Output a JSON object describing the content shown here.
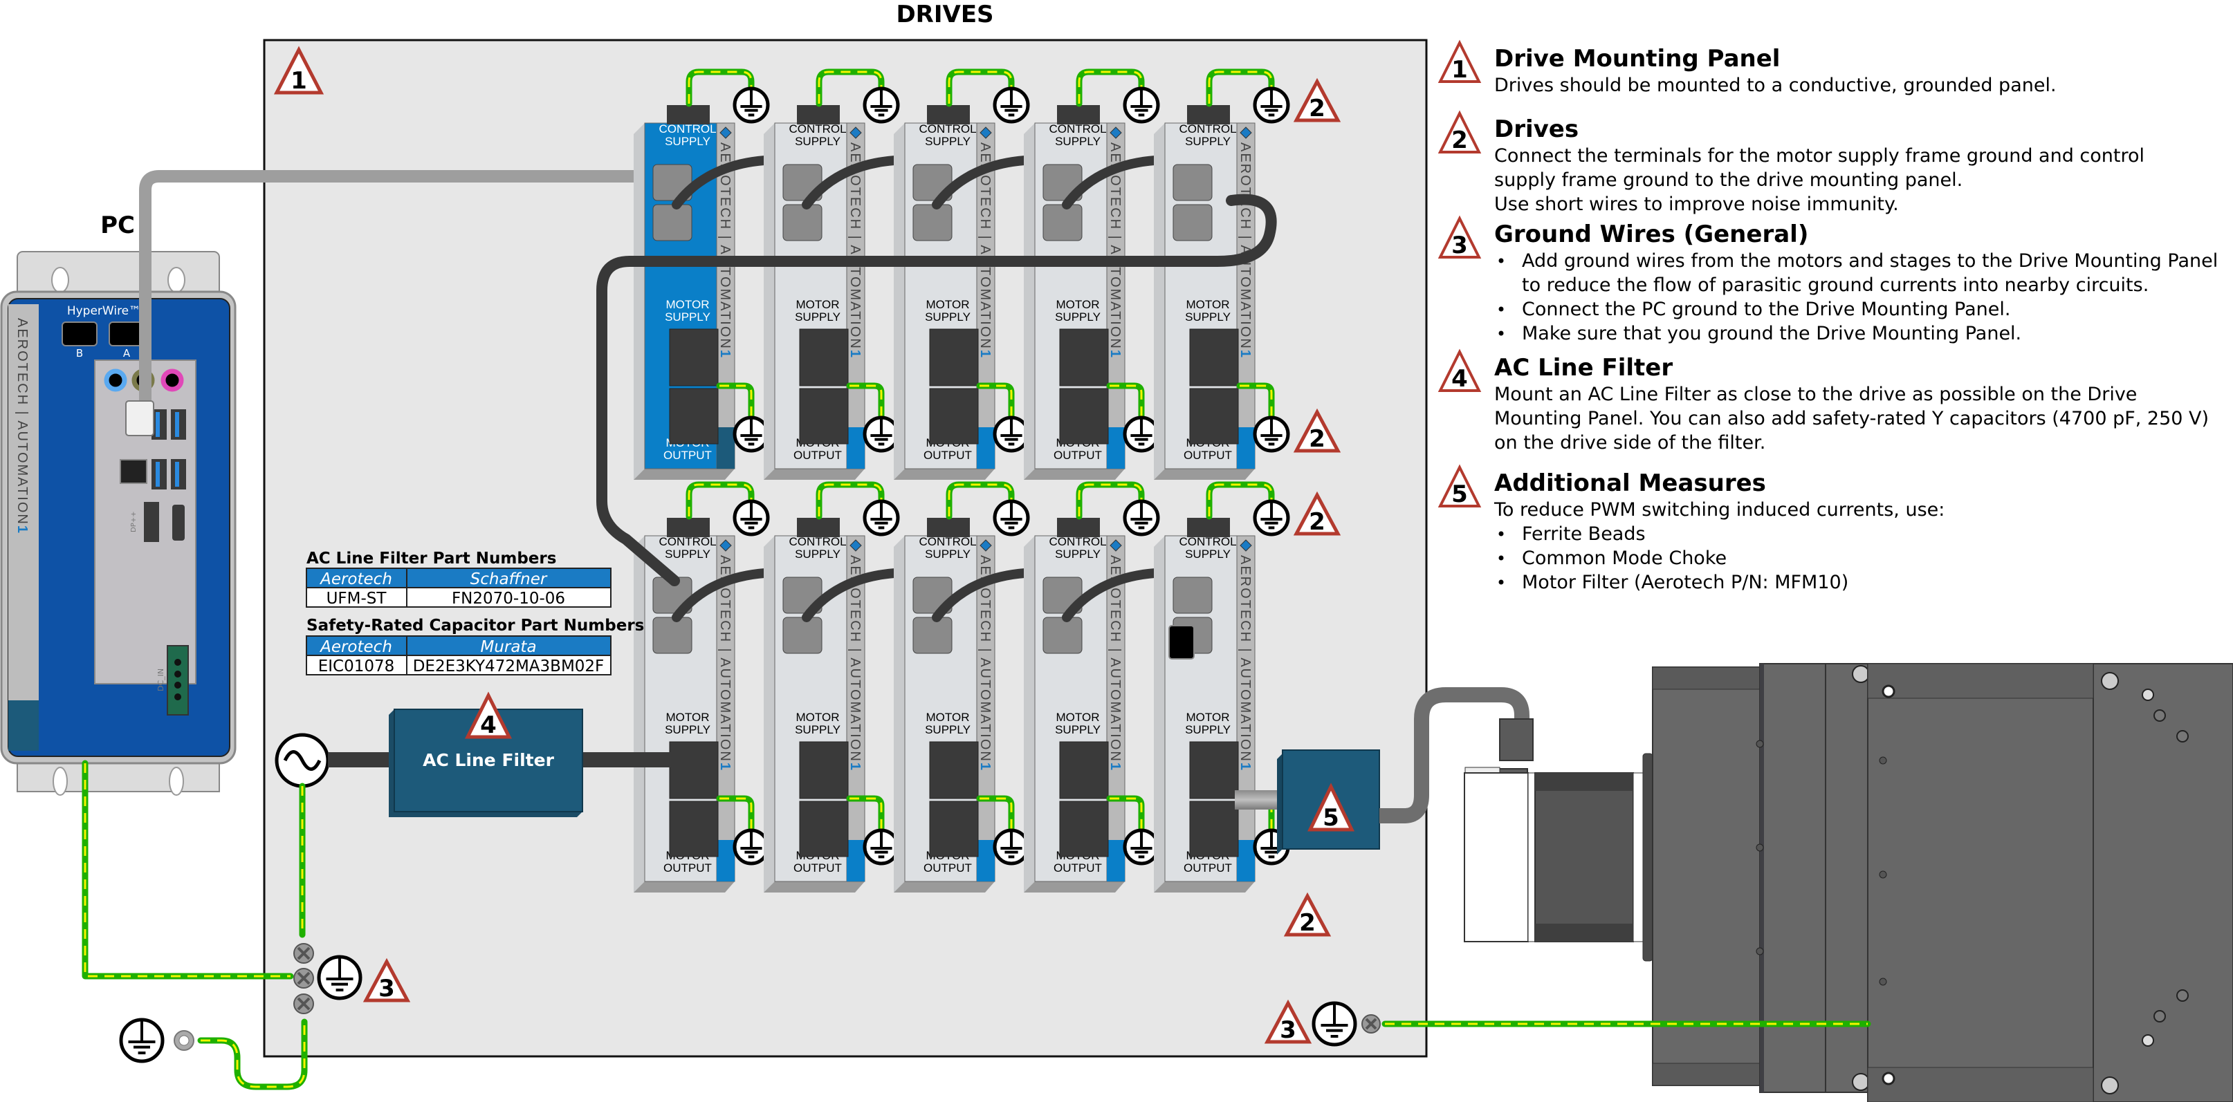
{
  "titles": {
    "drives": "DRIVES",
    "pc": "PC"
  },
  "pc": {
    "hyperwire_label": "HyperWire™",
    "port_b": "B",
    "port_a": "A",
    "brand": "AEROTECH | AUTOMATION",
    "brand_suffix": "1",
    "dp_label": "DP++",
    "dc_label": "DC_IN"
  },
  "drive_labels": {
    "control_supply_1": "CONTROL",
    "control_supply_2": "SUPPLY",
    "motor_supply_1": "MOTOR",
    "motor_supply_2": "SUPPLY",
    "motor_output_1": "MOTOR",
    "motor_output_2": "OUTPUT",
    "brand": "AEROTECH | AUTOMATION",
    "brand_suffix": "1"
  },
  "drives": {
    "top_row_count": 5,
    "bottom_row_count": 5,
    "highlighted": "top-row drive 1 (blue)"
  },
  "components": {
    "ac_line_filter": "AC Line Filter",
    "ac_line_filter_badge": "4",
    "motor_filter_badge": "5"
  },
  "badges": {
    "panel": "1",
    "drives": "2",
    "ground": "3"
  },
  "tables": [
    {
      "title": "AC Line Filter Part Numbers",
      "headers": [
        "Aerotech",
        "Schaffner"
      ],
      "rows": [
        [
          "UFM-ST",
          "FN2070-10-06"
        ]
      ]
    },
    {
      "title": "Safety-Rated Capacitor Part Numbers",
      "headers": [
        "Aerotech",
        "Murata"
      ],
      "rows": [
        [
          "EIC01078",
          "DE2E3KY472MA3BM02F"
        ]
      ]
    }
  ],
  "notes": [
    {
      "num": "1",
      "title": "Drive Mounting Panel",
      "lines": [
        "Drives should be mounted to a conductive, grounded panel."
      ],
      "bullets": []
    },
    {
      "num": "2",
      "title": "Drives",
      "lines": [
        "Connect the terminals for the motor supply frame ground and control",
        "supply frame ground to the drive mounting panel.",
        "Use short wires to improve noise immunity."
      ],
      "bullets": []
    },
    {
      "num": "3",
      "title": "Ground Wires (General)",
      "lines": [],
      "bullets": [
        [
          "Add ground wires from the motors and stages to the Drive Mounting Panel",
          "to reduce the flow of parasitic ground currents into nearby circuits."
        ],
        [
          "Connect the PC ground to the Drive Mounting Panel."
        ],
        [
          "Make sure that you ground the Drive Mounting Panel."
        ]
      ]
    },
    {
      "num": "4",
      "title": "AC Line Filter",
      "lines": [
        "Mount an AC Line Filter as close to the drive as possible on the Drive",
        "Mounting Panel. You can also add safety-rated Y capacitors (4700 pF, 250 V)",
        "on the drive side of the filter."
      ],
      "bullets": []
    },
    {
      "num": "5",
      "title": "Additional Measures",
      "lines": [
        "To reduce PWM switching induced currents, use:"
      ],
      "bullets": [
        [
          "Ferrite Beads"
        ],
        [
          "Common Mode Choke"
        ],
        [
          "Motor Filter (Aerotech P/N: MFM10)"
        ]
      ]
    }
  ],
  "colors": {
    "panel_bg": "#e7e7e7",
    "drive_blue": "#0a7fc8",
    "filter_blue": "#1d5a7a",
    "pc_blue": "#0e52a6",
    "badge_red": "#b33a2e",
    "ground_green": "#1fb000",
    "ground_yellow": "#f5f500",
    "table_header": "#1a7bc4"
  }
}
